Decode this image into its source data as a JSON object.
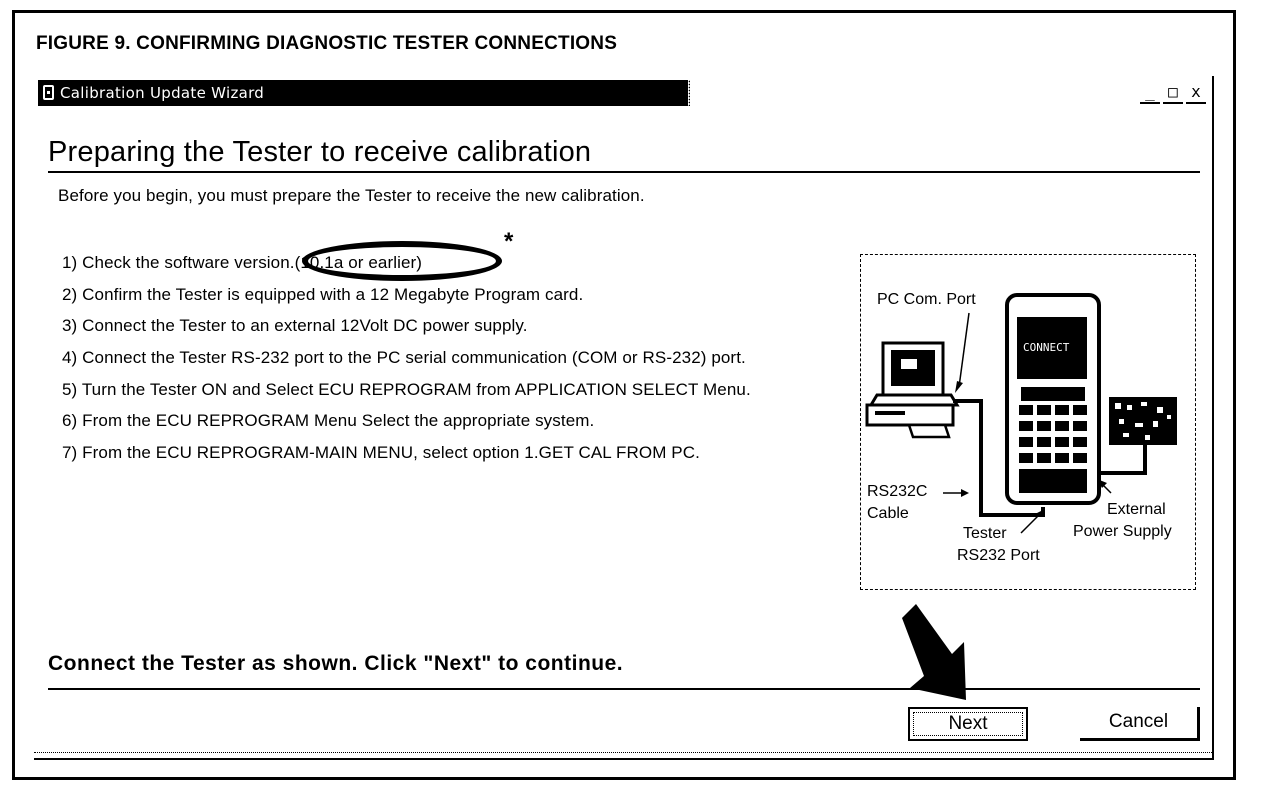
{
  "figure": {
    "caption": "FIGURE 9.  CONFIRMING DIAGNOSTIC TESTER CONNECTIONS"
  },
  "window": {
    "title": "Calibration Update Wizard",
    "controls": {
      "minimize": "_",
      "maximize": "□",
      "close": "x"
    }
  },
  "page": {
    "heading": "Preparing the Tester to receive calibration",
    "intro": "Before you begin, you must prepare the Tester to receive the new calibration.",
    "steps": [
      "1) Check the software version.(10.1a or earlier)",
      "2) Confirm the Tester is equipped with a 12 Megabyte Program card.",
      "3) Connect the Tester to an external 12Volt DC power supply.",
      "4) Connect the Tester RS-232 port to the PC serial communication (COM or RS-232) port.",
      "5) Turn the Tester ON and Select ECU REPROGRAM from APPLICATION SELECT Menu.",
      "6) From the ECU REPROGRAM Menu Select the appropriate system.",
      "7) From the ECU REPROGRAM-MAIN MENU, select option 1.GET CAL FROM PC."
    ],
    "annotation_mark": "*",
    "footer_message": "Connect the Tester as shown. Click \"Next\" to continue."
  },
  "diagram": {
    "pc_port_label": "PC Com. Port",
    "screen_text": "CONNECT",
    "cable_label_line1": "RS232C",
    "cable_label_line2": "Cable",
    "tester_port_line1": "Tester",
    "tester_port_line2": "RS232 Port",
    "power_line1": "External",
    "power_line2": "Power Supply"
  },
  "buttons": {
    "next": "Next",
    "cancel": "Cancel"
  },
  "icons": {
    "window": "app-icon",
    "pointer": "arrow-pointer-icon"
  }
}
